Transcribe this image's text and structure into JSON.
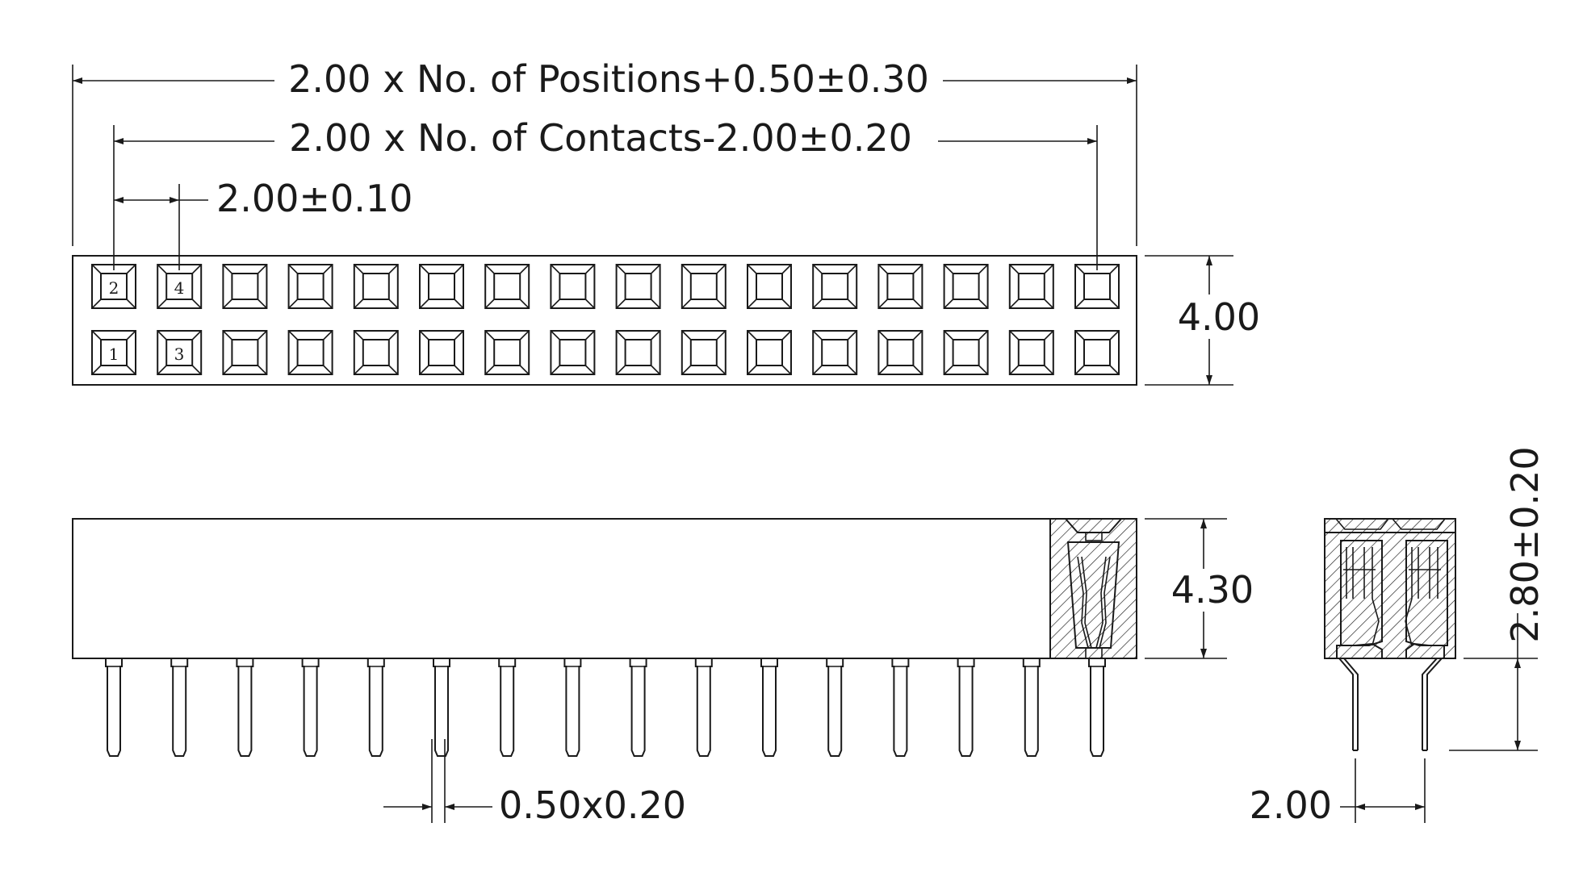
{
  "dimensions": {
    "overall_length": "2.00 x No. of Positions+0.50±0.30",
    "contact_span": "2.00 x No. of Contacts-2.00±0.20",
    "pitch": "2.00±0.10",
    "width": "4.00",
    "body_height": "4.30",
    "tail_length": "2.80±0.20",
    "pin_size": "0.50x0.20",
    "row_pitch": "2.00"
  },
  "pin_labels": {
    "top_row": [
      "2",
      "4"
    ],
    "bottom_row": [
      "1",
      "3"
    ]
  },
  "layout": {
    "columns": 16,
    "rows": 2
  }
}
